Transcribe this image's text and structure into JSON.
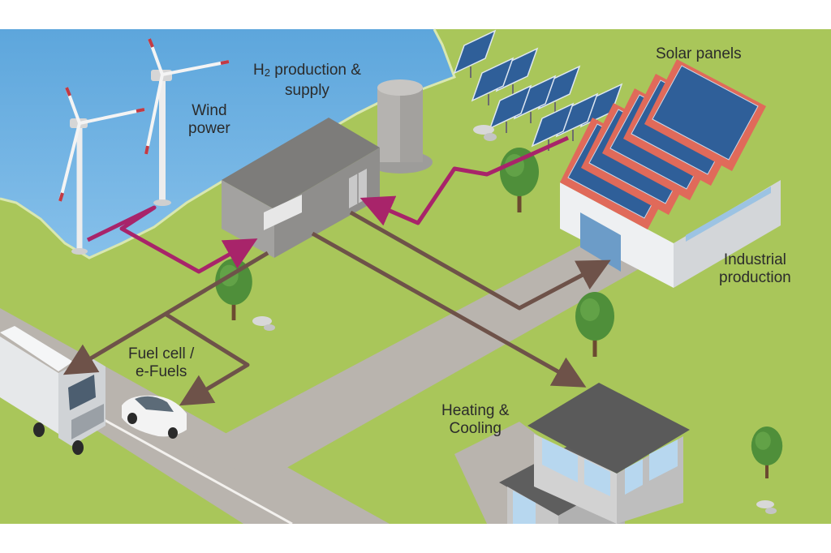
{
  "labels": {
    "wind_line1": "Wind",
    "wind_line2": "power",
    "h2_prefix": "H",
    "h2_sub": "2",
    "h2_line1_rest": "production &",
    "h2_line2": "supply",
    "solar": "Solar panels",
    "industrial_line1": "Industrial",
    "industrial_line2": "production",
    "fuel_line1": "Fuel cell /",
    "fuel_line2": "e-Fuels",
    "heating_line1": "Heating &",
    "heating_line2": "Cooling"
  },
  "colors": {
    "sea": "#6aaee0",
    "grass": "#a9c65a",
    "road": "#b9b4ae",
    "electricity_arrow": "#a8246a",
    "hydrogen_arrow": "#6e5249",
    "building_grey": "#8f8e8c",
    "roof_dark": "#5a5a5a",
    "solar_blue": "#2f5f99"
  },
  "icons": [
    "wind-turbine-icon",
    "solar-panel-icon",
    "hydrogen-plant-icon",
    "storage-tank-icon",
    "factory-icon",
    "house-icon",
    "truck-icon",
    "car-icon",
    "tree-icon",
    "rock-icon"
  ]
}
